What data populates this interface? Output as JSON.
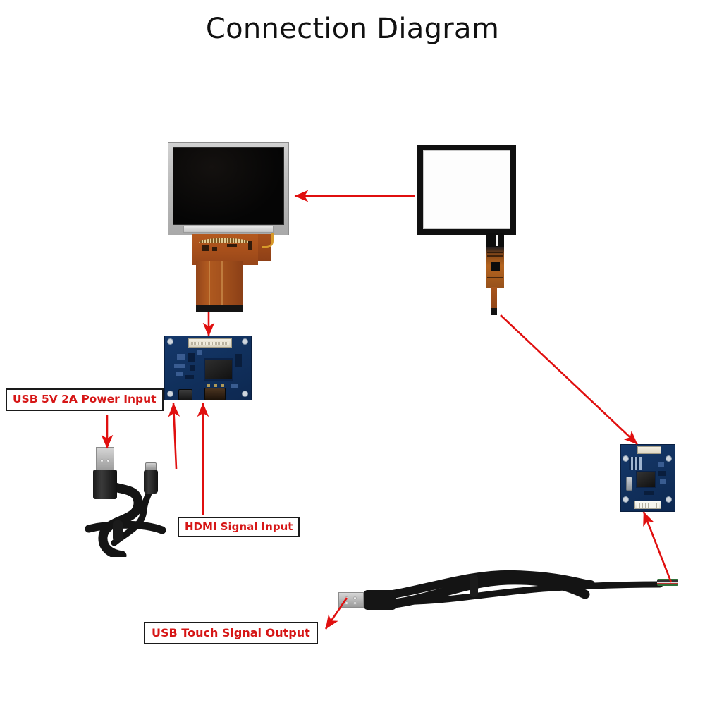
{
  "page": {
    "title": "Connection Diagram",
    "background_color": "#ffffff",
    "accent_color": "#d61616",
    "label_text_color": "#d61616",
    "label_border_color": "#1a1a1a"
  },
  "labels": {
    "usb_power": "USB 5V 2A Power Input",
    "hdmi_input": "HDMI Signal Input",
    "touch_output": "USB Touch Signal Output"
  },
  "components": {
    "lcd_module": {
      "name": "LCD Display Panel",
      "bezel_color": "#bdbdbd",
      "screen_color": "#050505",
      "ribbon_color": "#a8501b"
    },
    "touch_panel": {
      "name": "Capacitive Touch Panel",
      "frame_color": "#101010",
      "glass_color": "#fdfdfd",
      "fpc_color": "#b4641f"
    },
    "driver_board": {
      "name": "HDMI LCD Controller Board",
      "pcb_color": "#11315e",
      "ports": [
        "Micro USB Power",
        "HDMI"
      ]
    },
    "touch_board": {
      "name": "USB Touch Controller Board",
      "pcb_color": "#11315e",
      "ports": [
        "FPC Touch Connector",
        "JST Cable Connector"
      ]
    },
    "usb_power_cable": {
      "name": "USB-A to Micro USB Power Cable",
      "color": "#151515"
    },
    "usb_touch_cable": {
      "name": "USB-A to Bare Wire Touch Cable",
      "color": "#151515"
    }
  },
  "arrows": [
    {
      "name": "touch-panel-to-lcd",
      "from": "touch-panel",
      "to": "lcd-module"
    },
    {
      "name": "lcd-ribbon-to-driver-board",
      "from": "lcd-module",
      "to": "driver-board"
    },
    {
      "name": "touch-fpc-to-touch-board",
      "from": "touch-panel",
      "to": "touch-board"
    },
    {
      "name": "usb-power-label-to-connector",
      "from": "usb-power-label",
      "to": "usb-power-cable"
    },
    {
      "name": "micro-usb-to-driver-board",
      "from": "usb-power-cable",
      "to": "driver-board"
    },
    {
      "name": "hdmi-label-to-driver-board",
      "from": "hdmi-label",
      "to": "driver-board"
    },
    {
      "name": "touch-cable-wires-to-touch-board",
      "from": "usb-touch-cable",
      "to": "touch-board"
    },
    {
      "name": "usb-touch-connector-to-label",
      "from": "usb-touch-cable",
      "to": "touch-output-label"
    }
  ]
}
